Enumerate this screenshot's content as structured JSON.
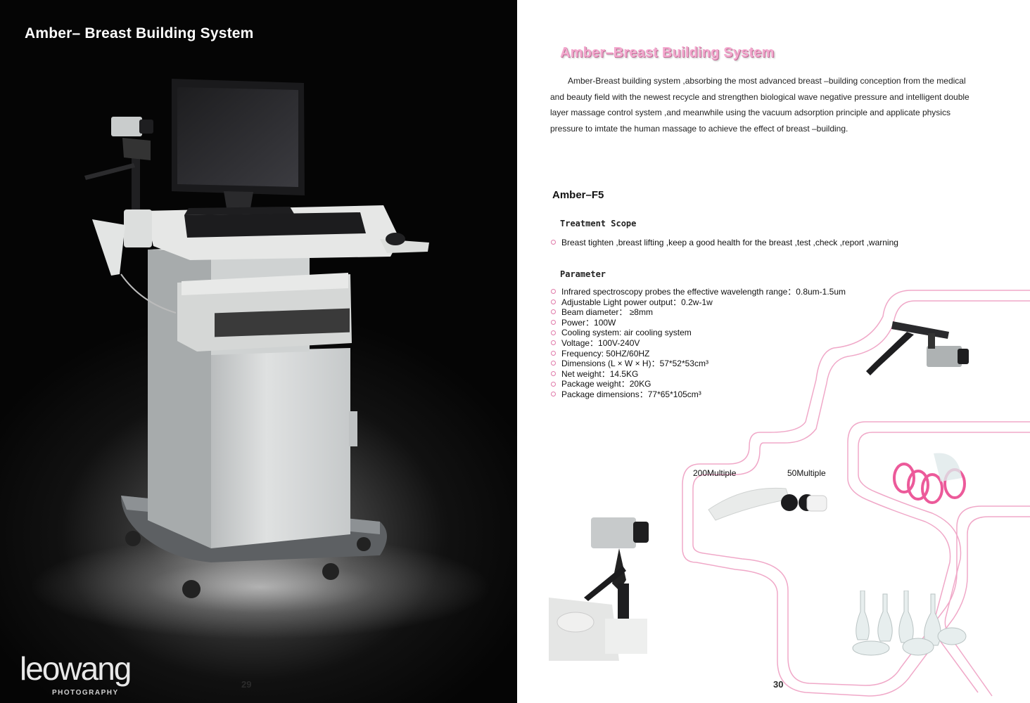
{
  "left_page": {
    "title": "Amber– Breast Building System",
    "page_number": "29",
    "brand": {
      "name": "leowang",
      "subtitle": "PHOTOGRAPHY"
    }
  },
  "right_page": {
    "title": "Amber–Breast Building System",
    "intro": "Amber-Breast building system ,absorbing the most advanced breast –building conception from the medical and beauty field with the newest recycle and strengthen biological wave negative pressure and intelligent double layer massage control system ,and meanwhile using the vacuum adsorption principle and applicate physics pressure to imtate the human massage to achieve the effect of breast –building.",
    "model": "Amber–F5",
    "treatment_scope": {
      "heading": "Treatment Scope",
      "items": [
        "Breast tighten ,breast lifting ,keep a good health for the breast ,test ,check ,report ,warning"
      ]
    },
    "parameter": {
      "heading": "Parameter",
      "items": [
        "Infrared spectroscopy probes the effective wavelength range：0.8um-1.5um",
        "Adjustable Light power output：0.2w-1w",
        "Beam diameter： ≥8mm",
        "Power：100W",
        "Cooling system:  air cooling system",
        "Voltage：100V-240V",
        "Frequency:   50HZ/60HZ",
        "Dimensions (L × W × H)：57*52*53cm³",
        "Net weight：14.5KG",
        "Package weight：20KG",
        "Package dimensions：77*65*105cm³"
      ]
    },
    "labels": {
      "multiple_200": "200Multiple",
      "multiple_50": "50Multiple"
    },
    "page_number": "30",
    "accent_color": "#e07aa9"
  }
}
